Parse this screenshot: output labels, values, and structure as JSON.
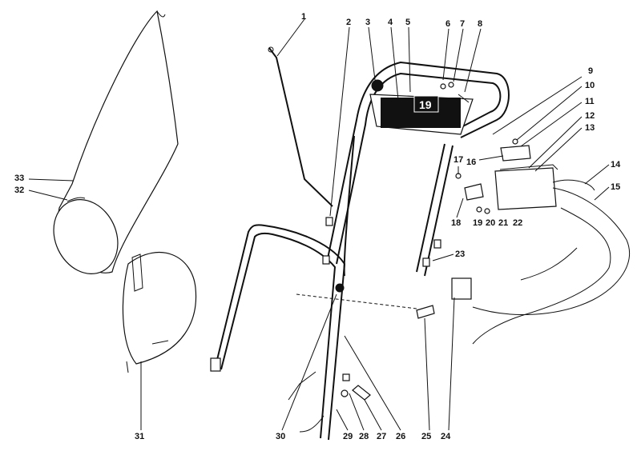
{
  "panel": {
    "number_text": "19"
  },
  "callouts": [
    {
      "id": "1",
      "text": "1"
    },
    {
      "id": "2",
      "text": "2"
    },
    {
      "id": "3",
      "text": "3"
    },
    {
      "id": "4",
      "text": "4"
    },
    {
      "id": "5",
      "text": "5"
    },
    {
      "id": "6",
      "text": "6"
    },
    {
      "id": "7",
      "text": "7"
    },
    {
      "id": "8",
      "text": "8"
    },
    {
      "id": "9",
      "text": "9"
    },
    {
      "id": "10",
      "text": "10"
    },
    {
      "id": "11",
      "text": "11"
    },
    {
      "id": "12",
      "text": "12"
    },
    {
      "id": "13",
      "text": "13"
    },
    {
      "id": "14",
      "text": "14"
    },
    {
      "id": "15",
      "text": "15"
    },
    {
      "id": "16",
      "text": "16"
    },
    {
      "id": "17",
      "text": "17"
    },
    {
      "id": "18",
      "text": "18"
    },
    {
      "id": "19",
      "text": "19"
    },
    {
      "id": "20",
      "text": "20"
    },
    {
      "id": "21",
      "text": "21"
    },
    {
      "id": "22",
      "text": "22"
    },
    {
      "id": "23",
      "text": "23"
    },
    {
      "id": "24",
      "text": "24"
    },
    {
      "id": "25",
      "text": "25"
    },
    {
      "id": "26",
      "text": "26"
    },
    {
      "id": "27",
      "text": "27"
    },
    {
      "id": "28",
      "text": "28"
    },
    {
      "id": "29",
      "text": "29"
    },
    {
      "id": "30",
      "text": "30"
    },
    {
      "id": "31",
      "text": "31"
    },
    {
      "id": "32",
      "text": "32"
    },
    {
      "id": "33",
      "text": "33"
    }
  ]
}
